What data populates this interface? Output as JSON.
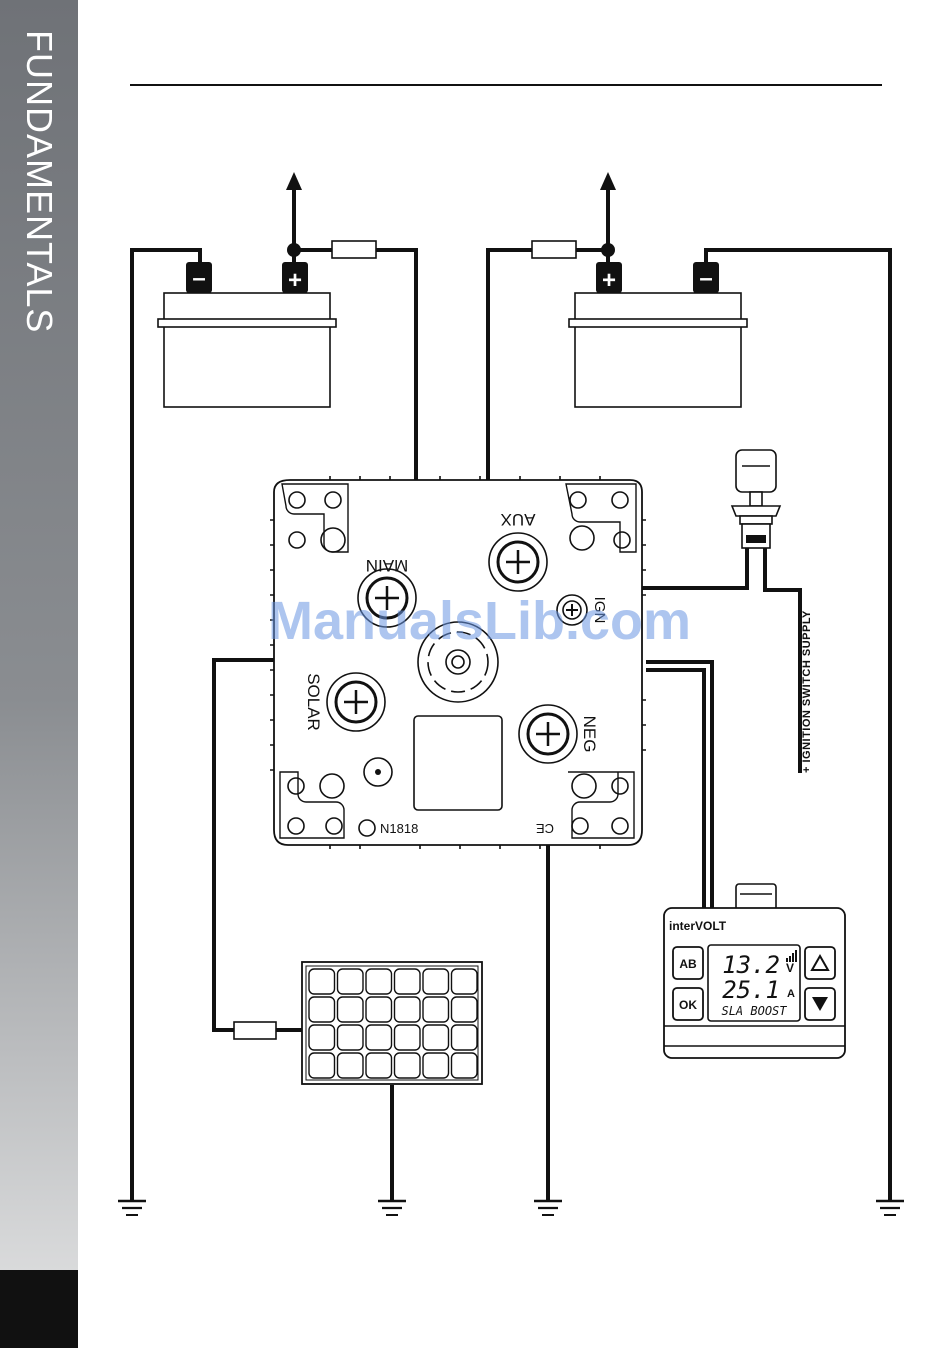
{
  "sidebar": {
    "title": "FUNDAMENTALS"
  },
  "terminals": {
    "main": "MAIN",
    "aux": "AUX",
    "ign": "IGN",
    "solar": "SOLAR",
    "neg": "NEG"
  },
  "cert": {
    "code": "N1818",
    "ce": "CE"
  },
  "ignition": {
    "label": "+ IGNITION SWITCH SUPPLY"
  },
  "batteries": {
    "negative": "–",
    "positive": "+"
  },
  "monitor": {
    "brand": "interVOLT",
    "btn_ab": "AB",
    "btn_ok": "OK",
    "voltage": "13.2",
    "voltage_unit": "V",
    "current": "25.1",
    "current_unit": "A",
    "mode": "SLA BOOST"
  },
  "watermark": "ManualsLib.com"
}
